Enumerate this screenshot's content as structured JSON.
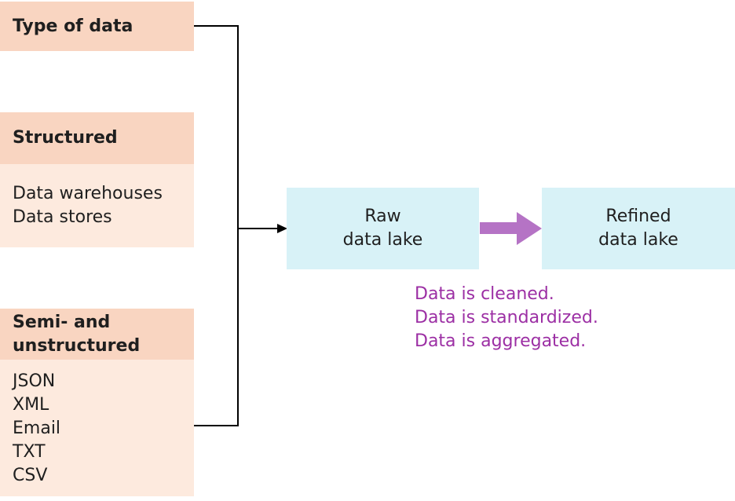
{
  "colors": {
    "header_peach": "#f9d5c1",
    "light_peach": "#fdeade",
    "lake_cyan": "#d8f2f7",
    "arrow_purple": "#b573c5",
    "caption_purple": "#9c2fa4",
    "connector_black": "#000000",
    "text_dark": "#1f1f1f"
  },
  "left_column": {
    "title": "Type of data",
    "structured": {
      "header": "Structured",
      "items": [
        "Data warehouses",
        "Data stores"
      ]
    },
    "semi_unstructured": {
      "header": "Semi- and unstructured",
      "items": [
        "JSON",
        "XML",
        "Email",
        "TXT",
        "CSV"
      ]
    }
  },
  "flow": {
    "raw_lake": {
      "lines": [
        "Raw",
        "data lake"
      ]
    },
    "refined_lake": {
      "lines": [
        "Refined",
        "data lake"
      ]
    },
    "caption_lines": [
      "Data is cleaned.",
      "Data is standardized.",
      "Data is aggregated."
    ]
  }
}
